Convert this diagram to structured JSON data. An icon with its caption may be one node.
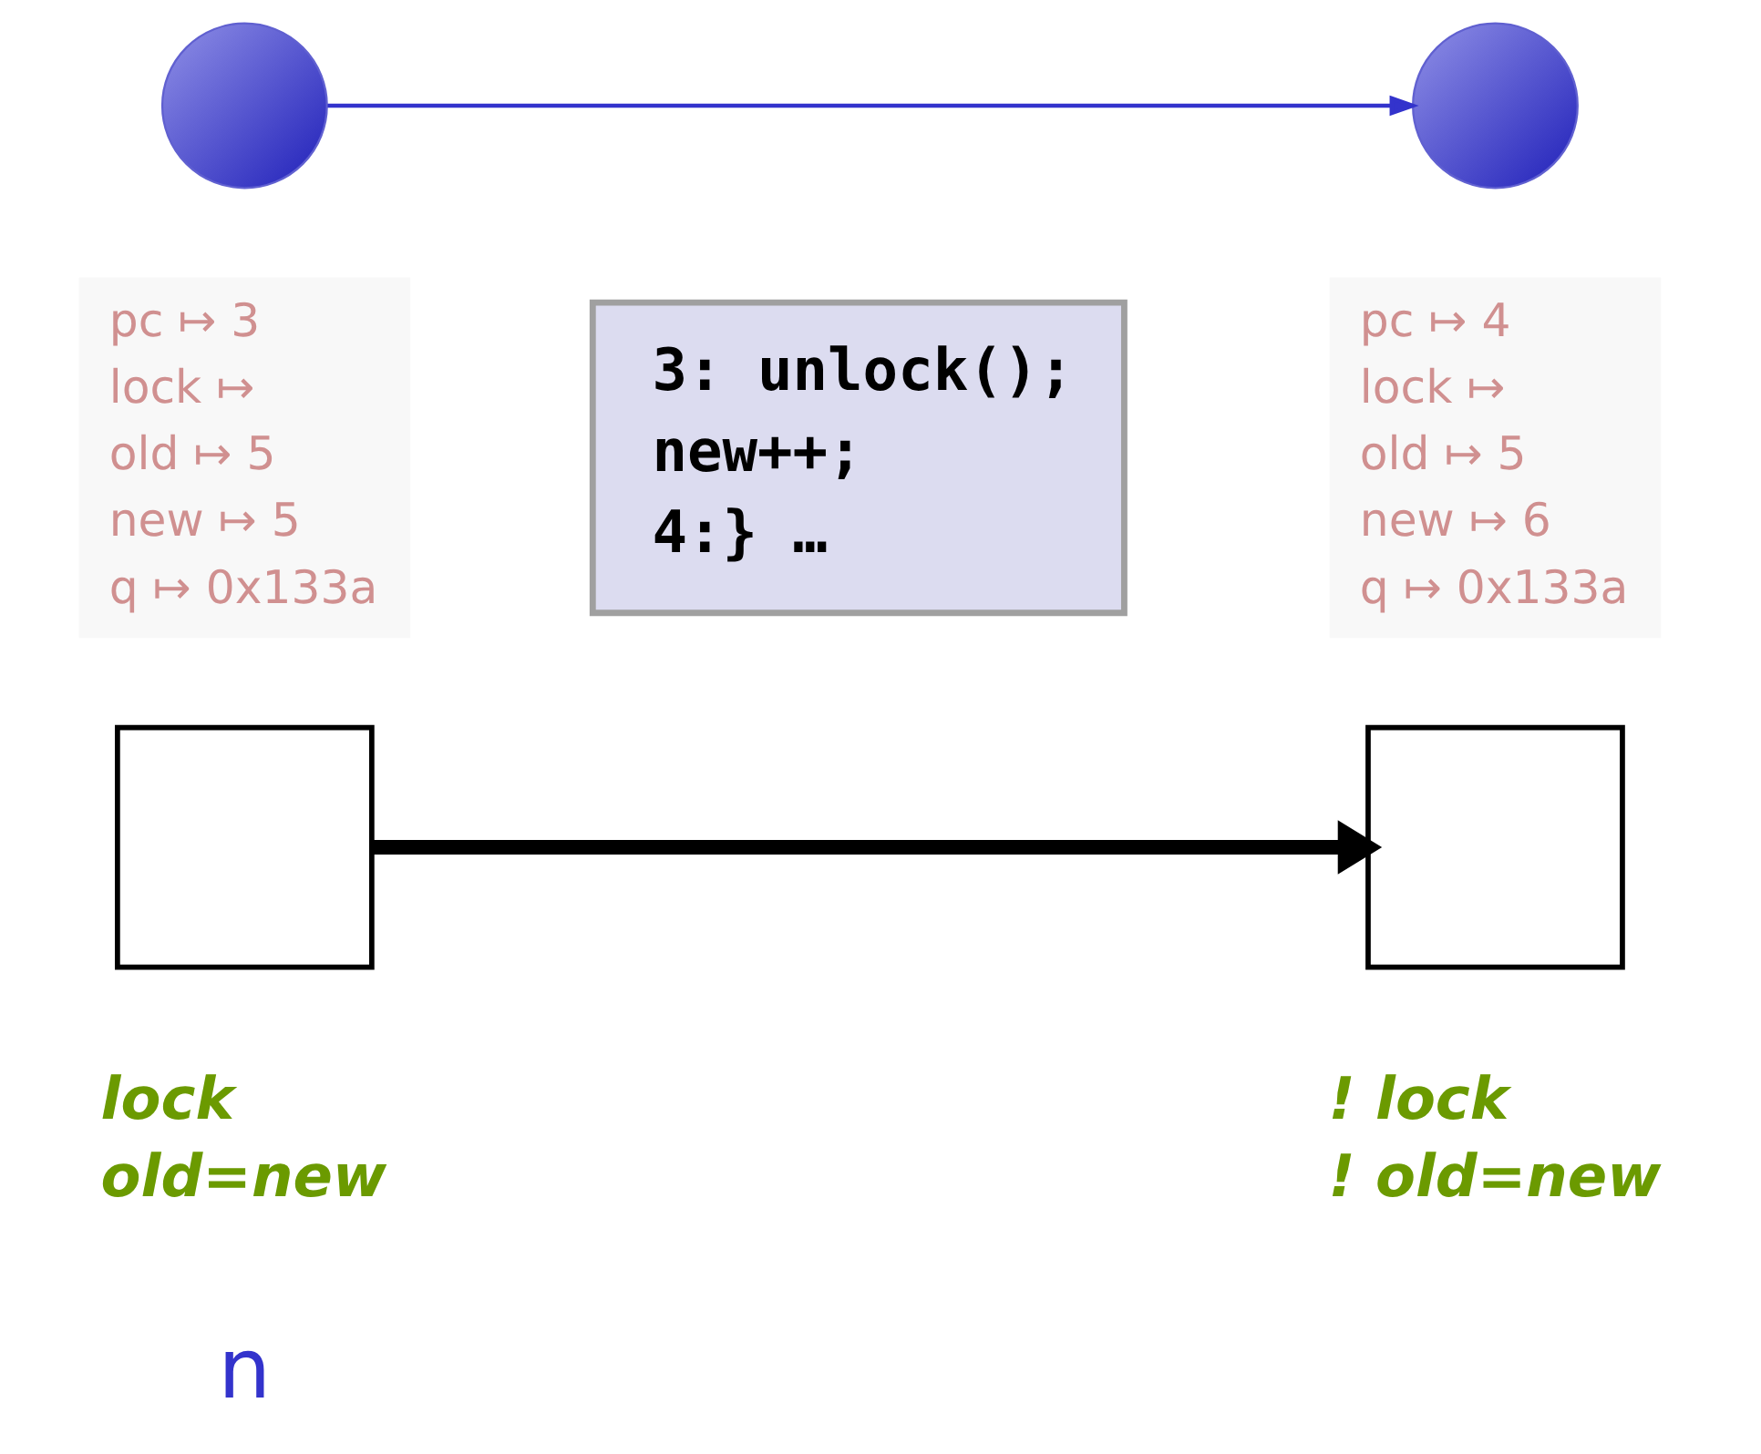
{
  "diagram": {
    "nodes": [
      {
        "text": [],
        "shape": "circle"
      },
      {
        "text": [],
        "shape": "circle"
      },
      {
        "text": [
          "pc ↦ 3",
          "lock ↦",
          "old ↦ 5",
          "new ↦ 5",
          "q ↦ 0x133a"
        ]
      },
      {
        "text": [
          "3: unlock();",
          "new++;",
          "4:} …"
        ]
      },
      {
        "text": [
          "pc ↦ 4",
          "lock ↦",
          "old ↦ 5",
          "new ↦ 6",
          "q ↦ 0x133a"
        ]
      },
      {
        "text": [],
        "shape": "box",
        "beside": [
          "lock",
          "old=new"
        ]
      },
      {
        "text": [],
        "shape": "box",
        "beside": [
          "! lock",
          "! old=new"
        ]
      }
    ],
    "edges": [
      {
        "from": 0,
        "to": 1,
        "arrow": "to",
        "color": "#3333cc"
      },
      {
        "from": 5,
        "to": 6,
        "arrow": "to",
        "style": "thick",
        "color": "#000000"
      }
    ],
    "labels": [
      "n"
    ]
  }
}
